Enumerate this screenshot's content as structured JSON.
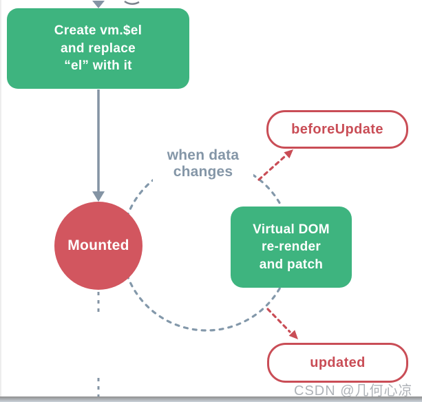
{
  "diagram": {
    "create_box": {
      "line1": "Create vm.$el",
      "line2": "and replace",
      "line3": "“el” with it"
    },
    "mounted": {
      "label": "Mounted"
    },
    "when_data": {
      "line1": "when data",
      "line2": "changes"
    },
    "vdom_box": {
      "line1": "Virtual DOM",
      "line2": "re-render",
      "line3": "and patch"
    },
    "before_update": {
      "label": "beforeUpdate"
    },
    "updated": {
      "label": "updated"
    },
    "colors": {
      "green": "#3EB47F",
      "red_fill": "#D2565F",
      "red_accent": "#C94D56",
      "gray_blue": "#8494A4"
    }
  },
  "watermark": {
    "text": "CSDN @几何心凉"
  }
}
